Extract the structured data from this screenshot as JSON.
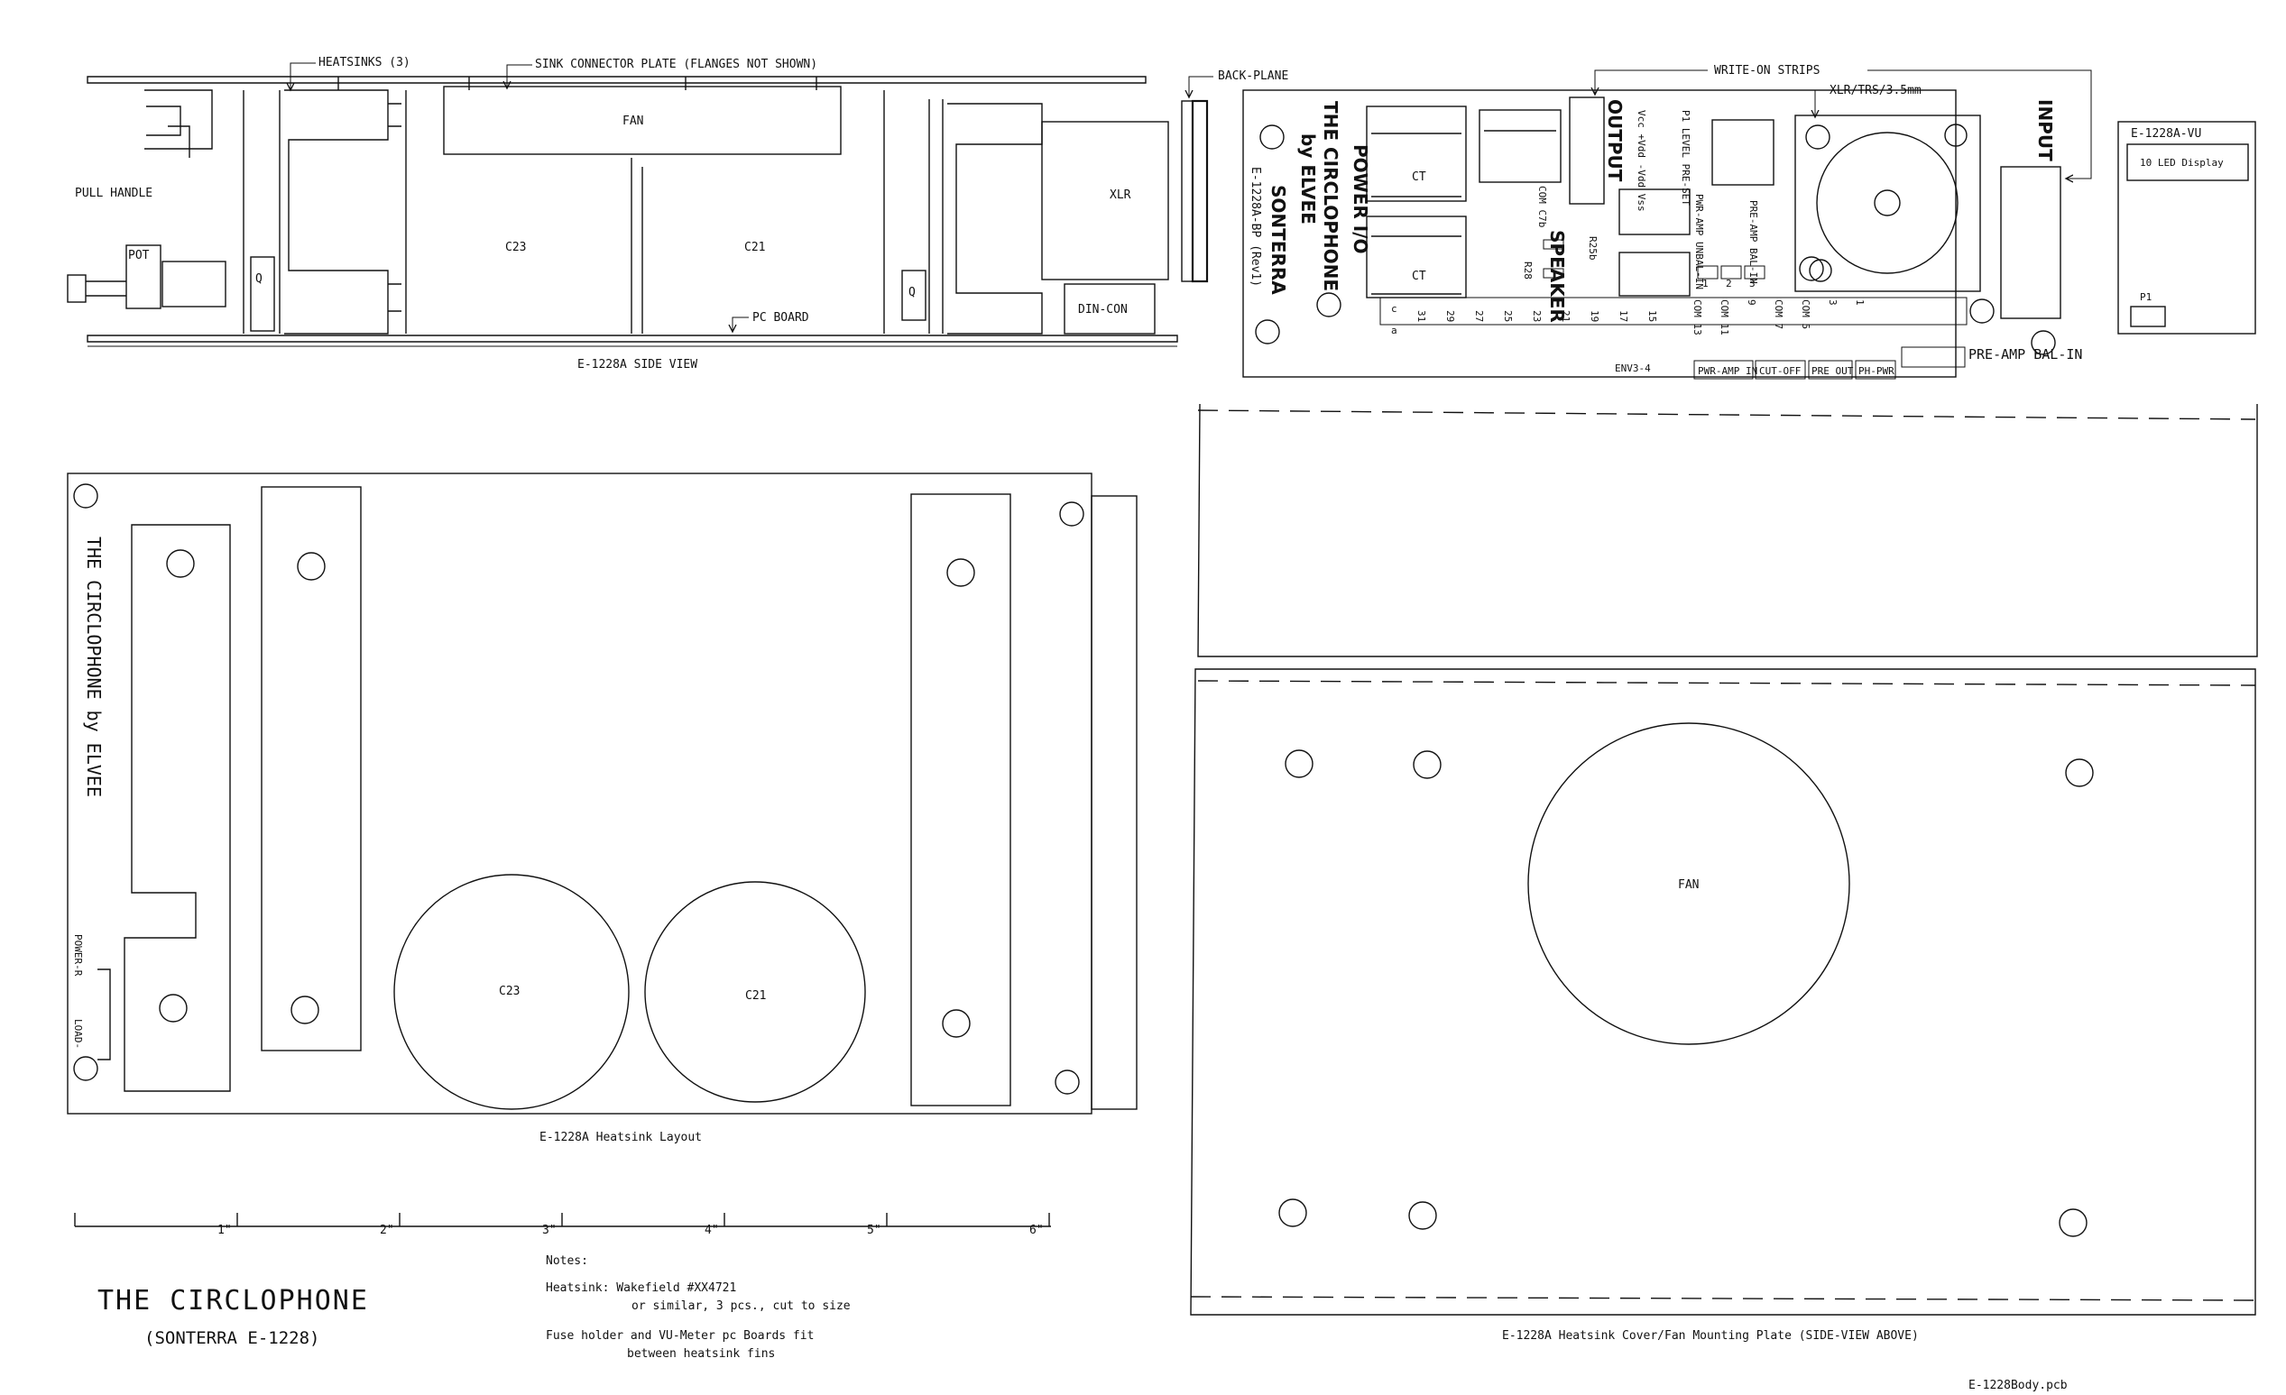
{
  "side_view": {
    "heatsinks": "HEATSINKS (3)",
    "sink_plate": "SINK CONNECTOR PLATE (FLANGES NOT SHOWN)",
    "fan": "FAN",
    "pull_handle": "PULL HANDLE",
    "pot": "POT",
    "c23": "C23",
    "c21": "C21",
    "q1": "Q",
    "q2": "Q",
    "xlr": "XLR",
    "din_con": "DIN-CON",
    "pc_board": "PC BOARD",
    "caption": "E-1228A SIDE VIEW"
  },
  "backplane": {
    "back_plane": "BACK-PLANE",
    "write_on": "WRITE-ON STRIPS",
    "xlr_trs": "XLR/TRS/3.5mm",
    "power_io": "POWER I/O",
    "circlophone": "THE CIRCLOPHONE",
    "by_elvee": "by ELVEE",
    "sonterra": "SONTERRA",
    "model": "E-1228A-BP (Rev1)",
    "speaker": "SPEAKER",
    "output": "OUTPUT",
    "input": "INPUT",
    "ct1": "CT",
    "ct2": "CT",
    "com_c7b": "COM  C7b",
    "r25b": "R25b",
    "r28": "R28",
    "supply": "Vcc +Vdd -Vdd Vss",
    "p1_level": "P1 LEVEL PRE-SET",
    "pwr_amp_unbal": "PWR-AMP UNBAL-IN",
    "pre_amp_bal_in": "PRE-AMP BAL-IN",
    "pre_amp_bal_in_b": "PRE-AMP BAL-IN",
    "pins_a": [
      "31",
      "29",
      "27",
      "25",
      "23",
      "21",
      "19",
      "17",
      "15"
    ],
    "pins_b": [
      "COM 13",
      "COM 11",
      "9",
      "COM 7",
      "COM 5",
      "3",
      "1"
    ],
    "pin_c": "c",
    "pin_a": "a",
    "num1": "1",
    "num2": "2",
    "num3": "3",
    "pwr_amp_in": "PWR-AMP IN",
    "cut_off": "CUT-OFF",
    "pre_out": "PRE OUT",
    "ph_pwr": "PH-PWR",
    "tiny_ref": "ENV3-4"
  },
  "vu": {
    "title": "E-1228A-VU",
    "display": "10 LED Display",
    "p1": "P1"
  },
  "heatsink_layout": {
    "circlophone_vertical": "THE CIRCLOPHONE by ELVEE",
    "power_r": "POWER-R",
    "load": "LOAD-",
    "c23": "C23",
    "c21": "C21",
    "caption": "E-1228A Heatsink Layout"
  },
  "ruler": {
    "ticks": [
      "1\"",
      "2\"",
      "3\"",
      "4\"",
      "5\"",
      "6\""
    ]
  },
  "title_block": {
    "title": "THE CIRCLOPHONE",
    "subtitle": "(SONTERRA E-1228)"
  },
  "notes": {
    "heading": "Notes:",
    "line1": "Heatsink: Wakefield #XX4721",
    "line2": "or similar, 3 pcs., cut to size",
    "line3": "Fuse holder and VU-Meter pc Boards fit",
    "line4": "between heatsink fins"
  },
  "cover_plate": {
    "fan": "FAN",
    "caption": "E-1228A Heatsink Cover/Fan Mounting Plate (SIDE-VIEW ABOVE)"
  },
  "file_name": "E-1228Body.pcb"
}
